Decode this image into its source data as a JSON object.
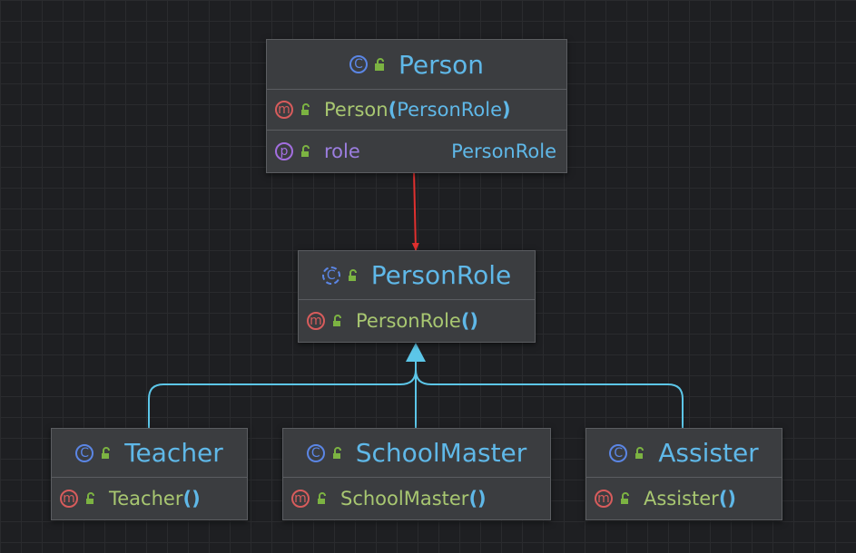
{
  "nodes": {
    "person": {
      "kind": "C",
      "title": "Person",
      "method": {
        "kind": "m",
        "name": "Person",
        "open": "(",
        "param": "PersonRole",
        "close": ")"
      },
      "property": {
        "kind": "p",
        "name": "role",
        "type": "PersonRole"
      }
    },
    "person_role": {
      "kind": "C",
      "title": "PersonRole",
      "method": {
        "kind": "m",
        "name": "PersonRole",
        "parens": "()"
      }
    },
    "teacher": {
      "kind": "C",
      "title": "Teacher",
      "method": {
        "kind": "m",
        "name": "Teacher",
        "parens": "()"
      }
    },
    "school_master": {
      "kind": "C",
      "title": "SchoolMaster",
      "method": {
        "kind": "m",
        "name": "SchoolMaster",
        "parens": "()"
      }
    },
    "assister": {
      "kind": "C",
      "title": "Assister",
      "method": {
        "kind": "m",
        "name": "Assister",
        "parens": "()"
      }
    }
  },
  "edges": [
    {
      "from": "Person",
      "to": "PersonRole",
      "type": "association",
      "color": "#e0302f"
    },
    {
      "from": "Teacher",
      "to": "PersonRole",
      "type": "inheritance",
      "color": "#5cc6e8"
    },
    {
      "from": "SchoolMaster",
      "to": "PersonRole",
      "type": "inheritance",
      "color": "#5cc6e8"
    },
    {
      "from": "Assister",
      "to": "PersonRole",
      "type": "inheritance",
      "color": "#5cc6e8"
    }
  ],
  "colors": {
    "background": "#1e1f22",
    "node_fill": "#3b3d40",
    "class_name": "#5fb8e8",
    "method_name": "#a8c771",
    "property_name": "#9c7ee0",
    "lock": "#7cb342"
  }
}
